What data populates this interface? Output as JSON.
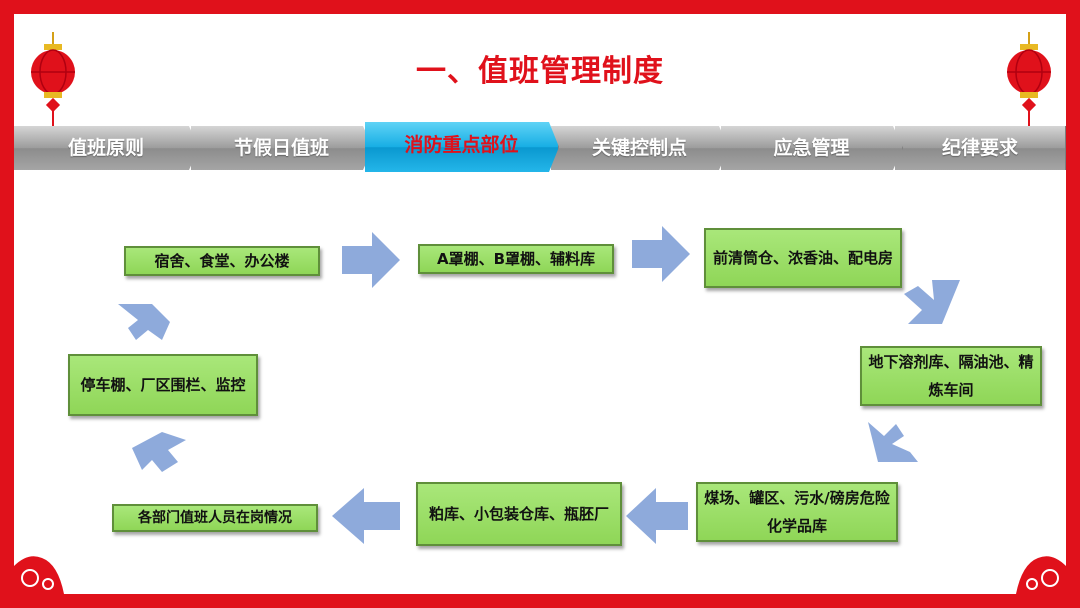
{
  "title": "一、值班管理制度",
  "tabs": [
    {
      "label": "值班原则"
    },
    {
      "label": "节假日值班"
    },
    {
      "label": "消防重点部位"
    },
    {
      "label": "关键控制点"
    },
    {
      "label": "应急管理"
    },
    {
      "label": "纪律要求"
    }
  ],
  "active_tab": "消防重点部位",
  "boxes": {
    "dorm": "宿舍、食堂、办公楼",
    "shed": "A罩棚、B罩棚、辅料库",
    "silo": "前清筒仓、浓香油、配电房",
    "solvent": "地下溶剂库、隔油池、精炼车间",
    "coal": "煤场、罐区、污水/磅房危险化学品库",
    "meal": "粕库、小包装仓库、瓶胚厂",
    "staff": "各部门值班人员在岗情况",
    "parking": "停车棚、厂区围栏、监控"
  },
  "colors": {
    "frame": "#e0111b",
    "title": "#e0111b",
    "box_fill": "#97dc62",
    "arrow": "#8eaadb",
    "tab_active": "#17aee4",
    "tab_inactive": "#9c9c9c"
  }
}
